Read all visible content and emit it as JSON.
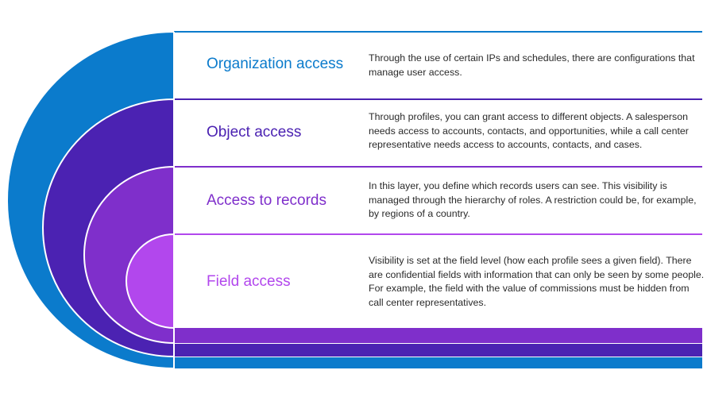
{
  "colors": {
    "layer_1": "#0b7bcc",
    "layer_2": "#4b22b2",
    "layer_3": "#7f2fcb",
    "layer_4": "#b247ed",
    "separator": "#ffffff",
    "description_text": "#2a2a2a"
  },
  "layers": [
    {
      "title": "Organization access",
      "description": "Through the use of certain IPs and schedules, there are configurations that manage user access.",
      "color": "#0b7bcc"
    },
    {
      "title": "Object access",
      "description": "Through profiles, you can grant access to different objects. A salesperson needs access to accounts, contacts, and opportunities, while a call center representative needs access to accounts, contacts, and cases.",
      "color": "#4b22b2"
    },
    {
      "title": "Access to records",
      "description": "In this layer, you define which records users can see. This visibility is managed through the hierarchy of roles. A restriction could be, for example, by regions of a country.",
      "color": "#7f2fcb"
    },
    {
      "title": "Field access",
      "description": "Visibility is set at the field level (how each profile sees a given field). There are confidential fields with information that can only be seen by some people. For example, the field with the value of commissions must be hidden from call center representatives.",
      "color": "#b247ed"
    }
  ]
}
